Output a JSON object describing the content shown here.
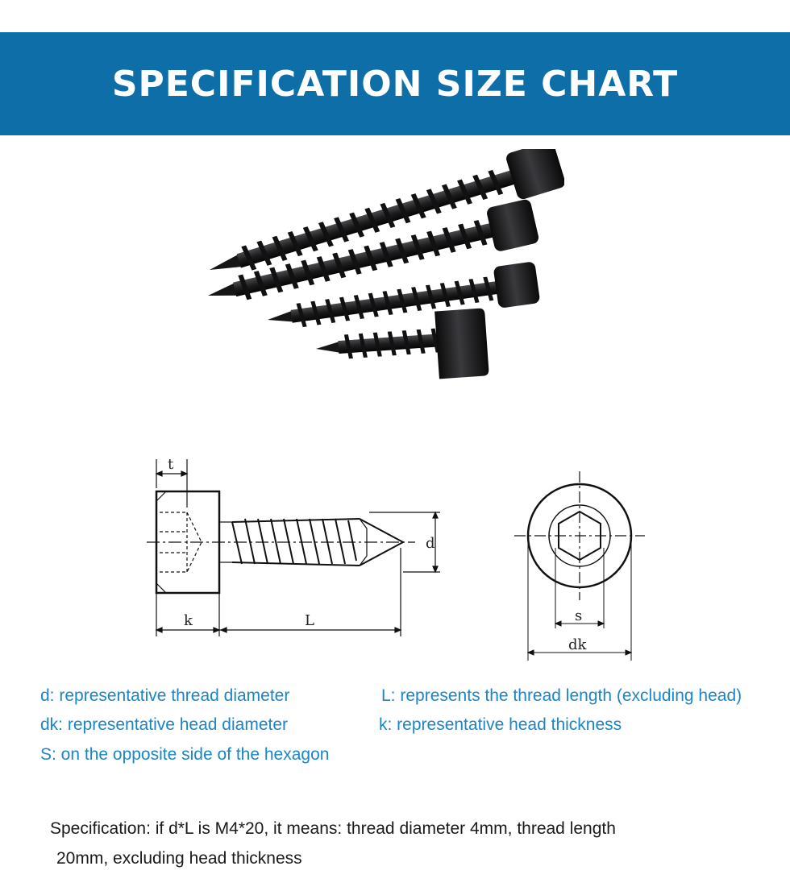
{
  "header": {
    "title": "SPECIFICATION SIZE CHART"
  },
  "diagram": {
    "labels": {
      "t": "t",
      "k": "k",
      "L": "L",
      "d": "d",
      "s": "s",
      "dk": "dk"
    }
  },
  "legend": {
    "d": "d: representative thread diameter",
    "L": "L: represents the thread length (excluding head)",
    "dk": "dk: representative head diameter",
    "k": "k: representative head thickness",
    "S": "S: on the opposite side of the hexagon"
  },
  "spec": {
    "line1": "Specification: if d*L is M4*20, it means: thread diameter 4mm, thread length",
    "line2": "20mm, excluding head thickness"
  },
  "colors": {
    "banner": "#0d6ea8",
    "legend_text": "#1a86c8",
    "screw": "#1c1c1e"
  },
  "icons": {
    "photo": "black-socket-head-tapping-screws-image"
  }
}
